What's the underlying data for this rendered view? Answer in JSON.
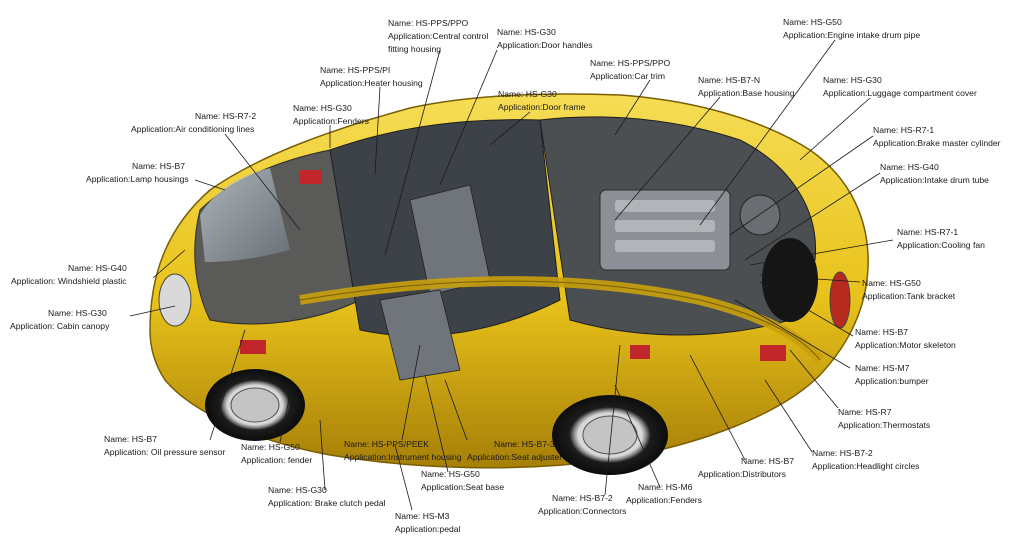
{
  "colors": {
    "body": "#e8c21a",
    "body_dark": "#b8900a",
    "body_light": "#f6dd55",
    "leader": "#1a1a1a",
    "text": "#1a1a1a",
    "accent_red": "#c0262a"
  },
  "labels": [
    {
      "id": "l01",
      "name": "Name: HS-PPS/PPO",
      "app": "Application:Central control",
      "app2": "fitting housing"
    },
    {
      "id": "l02",
      "name": "Name: HS-G30",
      "app": "Application:Door handles"
    },
    {
      "id": "l03",
      "name": "Name: HS-G50",
      "app": "Application:Engine intake drum pipe"
    },
    {
      "id": "l04",
      "name": "Name: HS-PPS/PI",
      "app": "Application:Heater housing"
    },
    {
      "id": "l05",
      "name": "Name: HS-PPS/PPO",
      "app": "Application:Car trim"
    },
    {
      "id": "l06",
      "name": "Name: HS-B7-N",
      "app": "Application:Base housing"
    },
    {
      "id": "l07",
      "name": "Name: HS-G30",
      "app": "Application:Luggage compartment cover"
    },
    {
      "id": "l08",
      "name": "Name: HS-G30",
      "app": "Application:Door frame"
    },
    {
      "id": "l09",
      "name": "Name: HS-G30",
      "app": "Application:Fenders"
    },
    {
      "id": "l10",
      "name": "Name: HS-R7-2",
      "app": "Application:Air conditioning lines"
    },
    {
      "id": "l11",
      "name": "Name: HS-R7-1",
      "app": "Application:Brake master cylinder"
    },
    {
      "id": "l12",
      "name": "Name: HS-B7",
      "app": "Application:Lamp housings"
    },
    {
      "id": "l13",
      "name": "Name: HS-G40",
      "app": "Application:Intake drum tube"
    },
    {
      "id": "l14",
      "name": "Name: HS-R7-1",
      "app": "Application:Cooling fan"
    },
    {
      "id": "l15",
      "name": "Name: HS-G40",
      "app": "Application: Windshield plastic"
    },
    {
      "id": "l16",
      "name": "Name: HS-G50",
      "app": "Application:Tank bracket"
    },
    {
      "id": "l17",
      "name": "Name: HS-G30",
      "app": "Application: Cabin canopy"
    },
    {
      "id": "l18",
      "name": "Name: HS-B7",
      "app": "Application:Motor skeleton"
    },
    {
      "id": "l19",
      "name": "Name: HS-M7",
      "app": "Application:bumper"
    },
    {
      "id": "l20",
      "name": "Name: HS-R7",
      "app": "Application:Thermostats"
    },
    {
      "id": "l21",
      "name": "Name: HS-B7",
      "app": "Application: Oil pressure sensor"
    },
    {
      "id": "l22",
      "name": "Name: HS-G50",
      "app": "Application: fender"
    },
    {
      "id": "l23",
      "name": "Name: HS-PPS/PEEK",
      "app": "Application:Instrument housing"
    },
    {
      "id": "l24",
      "name": "Name: HS-B7-3",
      "app": "Application:Seat adjuster"
    },
    {
      "id": "l25",
      "name": "Name: HS-B7",
      "app": "Application:Distributors"
    },
    {
      "id": "l26",
      "name": "Name: HS-B7-2",
      "app": "Application:Headlight circles"
    },
    {
      "id": "l27",
      "name": "Name: HS-G50",
      "app": "Application:Seat base"
    },
    {
      "id": "l28",
      "name": "Name: HS-G30",
      "app": "Application: Brake clutch pedal"
    },
    {
      "id": "l29",
      "name": "Name: HS-B7-2",
      "app": "Application:Connectors"
    },
    {
      "id": "l30",
      "name": "Name: HS-M6",
      "app": "Application:Fenders"
    },
    {
      "id": "l31",
      "name": "Name: HS-M3",
      "app": "Application:pedal"
    }
  ]
}
